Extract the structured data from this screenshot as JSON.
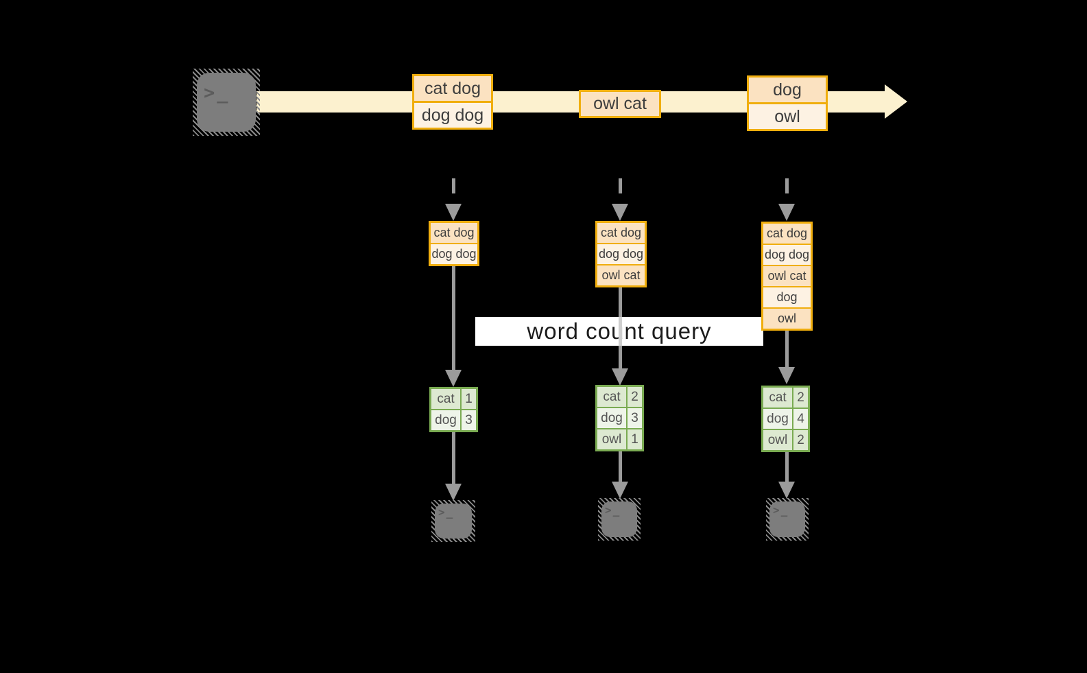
{
  "query_label": "word count query",
  "terminal_glyph": ">_",
  "stream_batches": [
    {
      "rows": [
        "cat dog",
        "dog dog"
      ]
    },
    {
      "rows": [
        "owl cat"
      ]
    },
    {
      "rows": [
        "dog",
        "owl"
      ]
    }
  ],
  "micro_batches": [
    {
      "rows": [
        "cat dog",
        "dog dog"
      ]
    },
    {
      "rows": [
        "cat dog",
        "dog dog",
        "owl cat"
      ]
    },
    {
      "rows": [
        "cat dog",
        "dog dog",
        "owl cat",
        "dog",
        "owl"
      ]
    }
  ],
  "word_counts": [
    {
      "rows": [
        [
          "cat",
          "1"
        ],
        [
          "dog",
          "3"
        ]
      ]
    },
    {
      "rows": [
        [
          "cat",
          "2"
        ],
        [
          "dog",
          "3"
        ],
        [
          "owl",
          "1"
        ]
      ]
    },
    {
      "rows": [
        [
          "cat",
          "2"
        ],
        [
          "dog",
          "4"
        ],
        [
          "owl",
          "2"
        ]
      ]
    }
  ],
  "colors": {
    "background": "#000000",
    "stream_band": "#fcf1cf",
    "accent_gold": "#f0ae0e",
    "peach_dark": "#fbe2c1",
    "peach_light": "#fdf2e3",
    "green_border": "#7aab52",
    "green_cell_dark": "#dde9d1",
    "green_cell_light": "#eef4e9",
    "arrow_gray": "#9b9b9b",
    "terminal_gray": "#7d7d7d",
    "banner_white": "#ffffff"
  }
}
